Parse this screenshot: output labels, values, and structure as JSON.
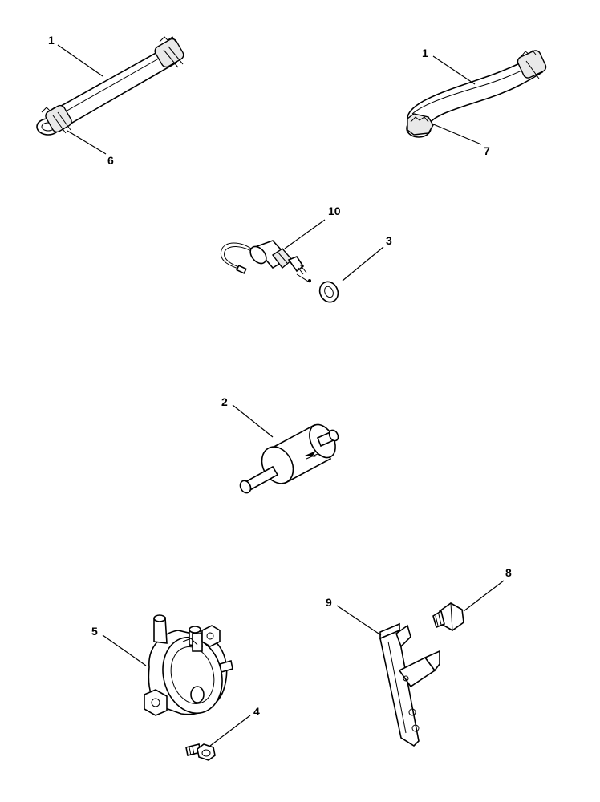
{
  "callouts": {
    "c1a": "1",
    "c6": "6",
    "c1b": "1",
    "c7": "7",
    "c10": "10",
    "c3": "3",
    "c2": "2",
    "c5": "5",
    "c4": "4",
    "c9": "9",
    "c8": "8"
  }
}
